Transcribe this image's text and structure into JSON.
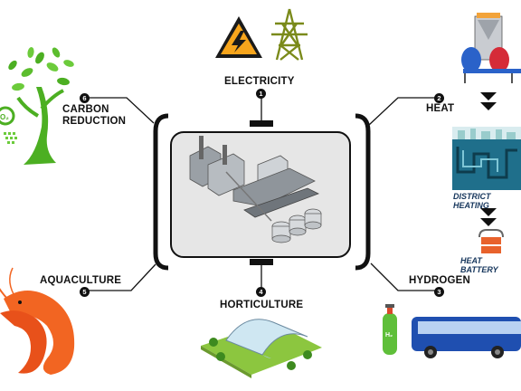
{
  "center": {
    "label": ""
  },
  "nodes": [
    {
      "id": 1,
      "badge": "1",
      "label": "ELECTRICITY"
    },
    {
      "id": 2,
      "badge": "2",
      "label": "HEAT"
    },
    {
      "id": 3,
      "badge": "3",
      "label": "HYDROGEN"
    },
    {
      "id": 4,
      "badge": "4",
      "label": "HORTICULTURE"
    },
    {
      "id": 5,
      "badge": "5",
      "label": "AQUACULTURE"
    },
    {
      "id": 6,
      "badge": "6",
      "label_line1": "CARBON",
      "label_line2": "REDUCTION"
    }
  ],
  "heat_chain": {
    "district": "DISTRICT HEATING",
    "battery": "HEAT BATTERY"
  },
  "colors": {
    "line": "#111111",
    "leaf": "#4caf22",
    "shrimp": "#f26522",
    "bus": "#1f4fb0",
    "panel": "#e6e6e6"
  }
}
